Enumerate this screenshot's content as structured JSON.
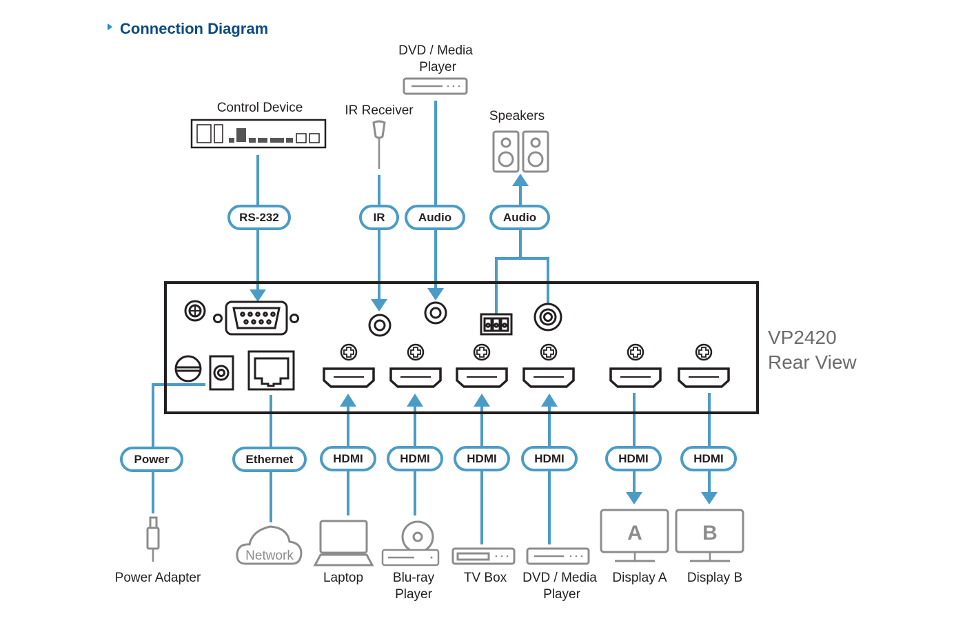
{
  "header": {
    "title": "Connection Diagram",
    "marker_icon": "triangle-right-icon"
  },
  "colors": {
    "title": "#0b4a82",
    "cable": "#4a9cc7",
    "device_outline": "#8c8c8c",
    "unit_outline": "#231f20",
    "model_text": "#6b6b6b"
  },
  "unit": {
    "model": "VP2420",
    "view": "Rear View"
  },
  "top_devices": {
    "control_device": "Control Device",
    "ir_receiver": "IR Receiver",
    "dvd_top_line1": "DVD / Media",
    "dvd_top_line2": "Player",
    "speakers": "Speakers"
  },
  "top_cables": {
    "rs232": "RS-232",
    "ir": "IR",
    "audio_in": "Audio",
    "audio_out": "Audio"
  },
  "bottom_cables": {
    "power": "Power",
    "ethernet": "Ethernet",
    "hdmi_in_1": "HDMI",
    "hdmi_in_2": "HDMI",
    "hdmi_in_3": "HDMI",
    "hdmi_in_4": "HDMI",
    "hdmi_out_a": "HDMI",
    "hdmi_out_b": "HDMI"
  },
  "bottom_devices": {
    "power_adapter": "Power Adapter",
    "network": "Network",
    "laptop": "Laptop",
    "bluray_line1": "Blu-ray",
    "bluray_line2": "Player",
    "tvbox": "TV Box",
    "dvd_line1": "DVD / Media",
    "dvd_line2": "Player",
    "display_a": "Display A",
    "display_a_letter": "A",
    "display_b": "Display B",
    "display_b_letter": "B"
  }
}
